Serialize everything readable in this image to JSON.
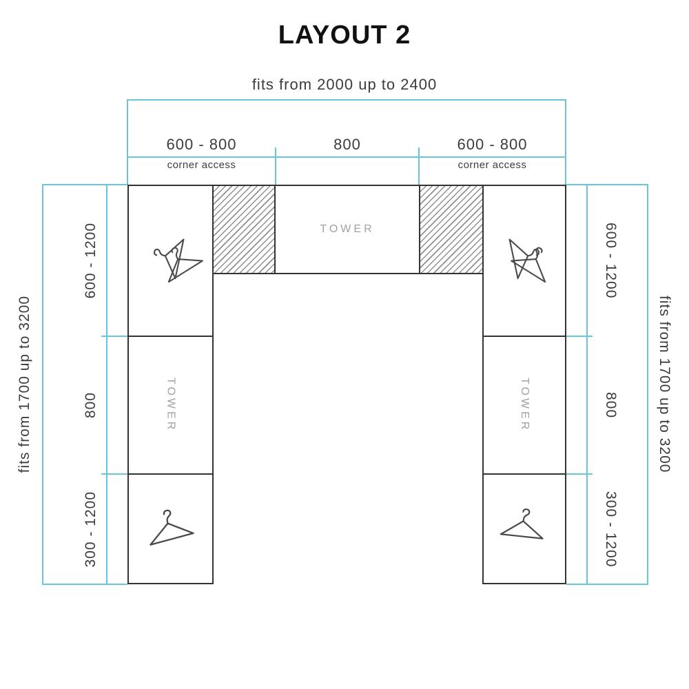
{
  "title": "LAYOUT 2",
  "top": {
    "overall": "fits from 2000 up to 2400",
    "left_span": "600 - 800",
    "center_span": "800",
    "right_span": "600 - 800",
    "corner_access_left": "corner access",
    "corner_access_right": "corner access"
  },
  "left": {
    "overall": "fits from 1700 up to 3200",
    "top": "600 - 1200",
    "middle": "800",
    "bottom": "300 - 1200"
  },
  "right": {
    "overall": "fits from 1700 up to 3200",
    "top": "600 - 1200",
    "middle": "800",
    "bottom": "300 - 1200"
  },
  "units": {
    "tower_top": "TOWER",
    "tower_left": "TOWER",
    "tower_right": "TOWER"
  },
  "icons": {
    "hanger": "clothes-hanger"
  },
  "colors": {
    "dimension": "#66c7d8",
    "outline": "#333333",
    "hatch": "#8f8f8f",
    "tower_text": "#a0a0a0",
    "text": "#3c3c3c"
  }
}
